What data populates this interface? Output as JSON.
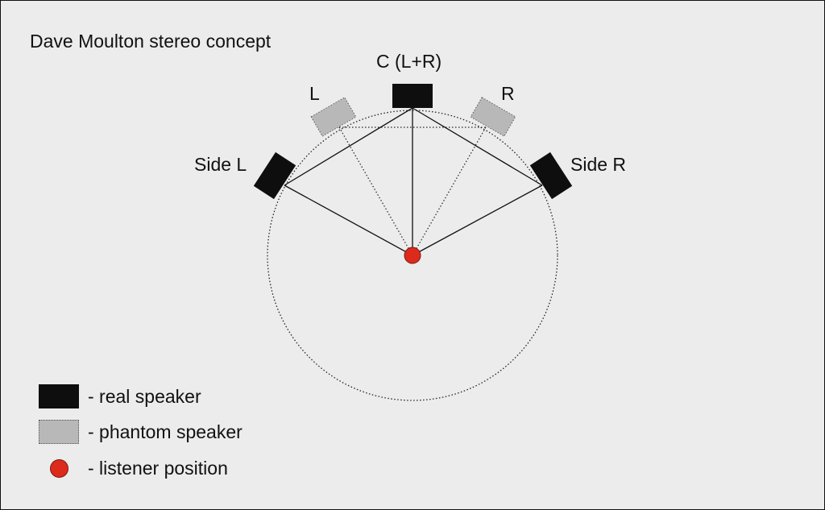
{
  "title": "Dave Moulton stereo concept",
  "labels": {
    "center": "C (L+R)",
    "left": "L",
    "right": "R",
    "side_left": "Side L",
    "side_right": "Side R"
  },
  "legend": {
    "real": "- real speaker",
    "phantom": "- phantom speaker",
    "listener": "- listener position"
  },
  "colors": {
    "real_speaker": "#0e0e0e",
    "phantom_speaker": "#b8b8b8",
    "listener": "#dc2b1c",
    "background": "#ececec"
  }
}
